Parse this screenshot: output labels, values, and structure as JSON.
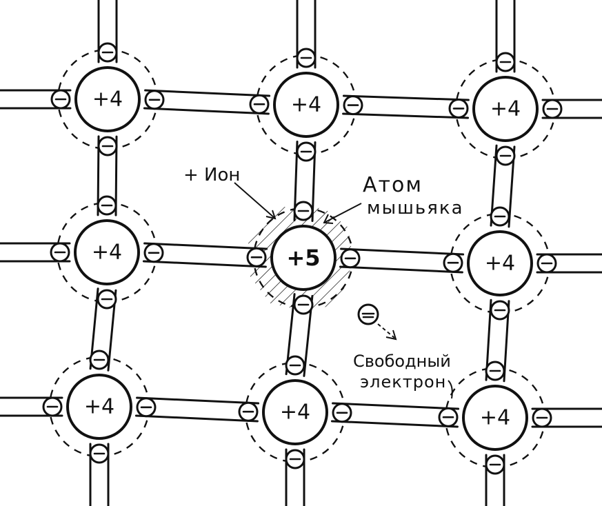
{
  "atoms": [
    {
      "label": "+4"
    },
    {
      "label": "+4"
    },
    {
      "label": "+4"
    },
    {
      "label": "+4"
    },
    {
      "label": "+5",
      "special": true
    },
    {
      "label": "+4"
    },
    {
      "label": "+4"
    },
    {
      "label": "+4"
    },
    {
      "label": "+4"
    }
  ],
  "labels": {
    "ion": "+ Ион",
    "arsenic_atom_line1": "Атом",
    "arsenic_atom_line2": "мышьяка",
    "free_electron_line1": "Свободный",
    "free_electron_line2": "электрон"
  },
  "electron_sign": "−"
}
